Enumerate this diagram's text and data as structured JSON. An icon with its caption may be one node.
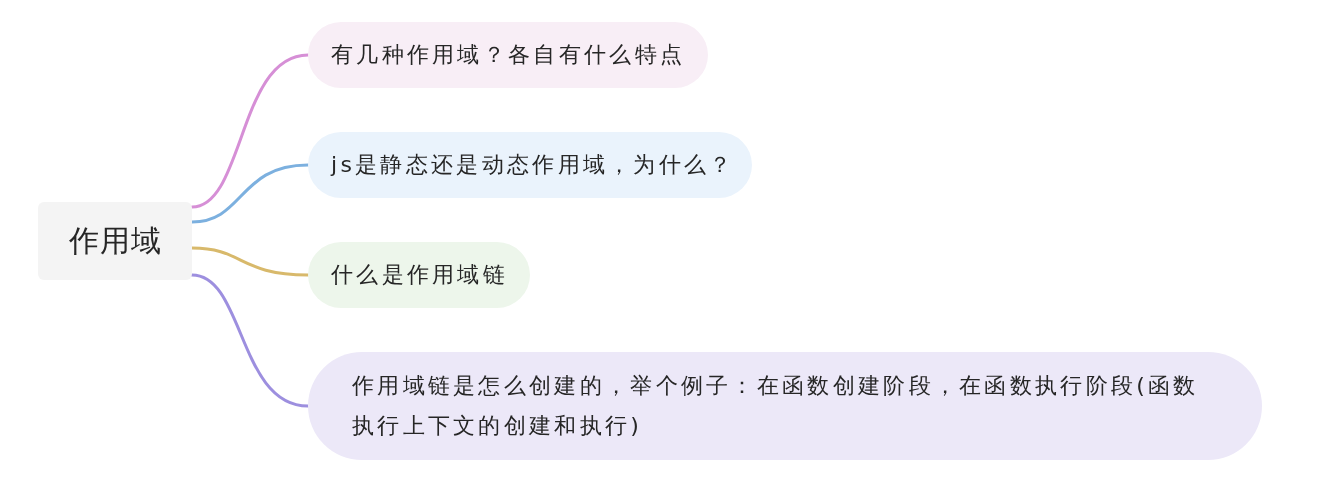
{
  "diagram": {
    "nodes": [
      {
        "text": [
          "作用域"
        ]
      },
      {
        "text": [
          "有几种作用域？各自有什么特点"
        ]
      },
      {
        "text": [
          "js是静态还是动态作用域，为什么？"
        ]
      },
      {
        "text": [
          "什么是作用域链"
        ]
      },
      {
        "text": [
          "作用域链是怎么创建的，举个例子：在函数创建阶段，在函数执行阶段(函数执行上下文的创建和执行)"
        ]
      }
    ],
    "edges": [
      {
        "from": 0,
        "to": 1,
        "arrow": "none",
        "color": "#d68fd6"
      },
      {
        "from": 0,
        "to": 2,
        "arrow": "none",
        "color": "#7cb0df"
      },
      {
        "from": 0,
        "to": 3,
        "arrow": "none",
        "color": "#d8b96b"
      },
      {
        "from": 0,
        "to": 4,
        "arrow": "none",
        "color": "#9d8fdf"
      }
    ]
  }
}
